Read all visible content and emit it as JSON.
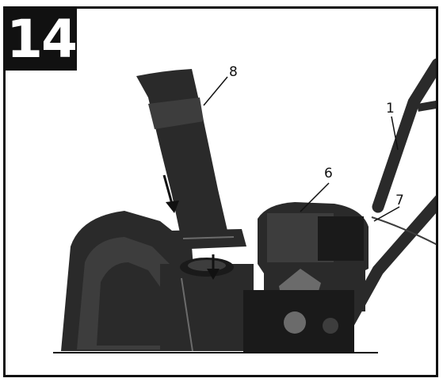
{
  "figure": {
    "number": "14"
  },
  "callouts": {
    "chute": "8",
    "handle": "1",
    "engine": "6",
    "engine_cover": "7"
  },
  "colors": {
    "ink": "#111111",
    "part_dark": "#2a2a2a",
    "part_mid": "#3d3d3d",
    "part_light": "#6b6b6b",
    "background": "#ffffff"
  },
  "icons": [
    "down-arrow-icon",
    "down-arrow-icon"
  ]
}
